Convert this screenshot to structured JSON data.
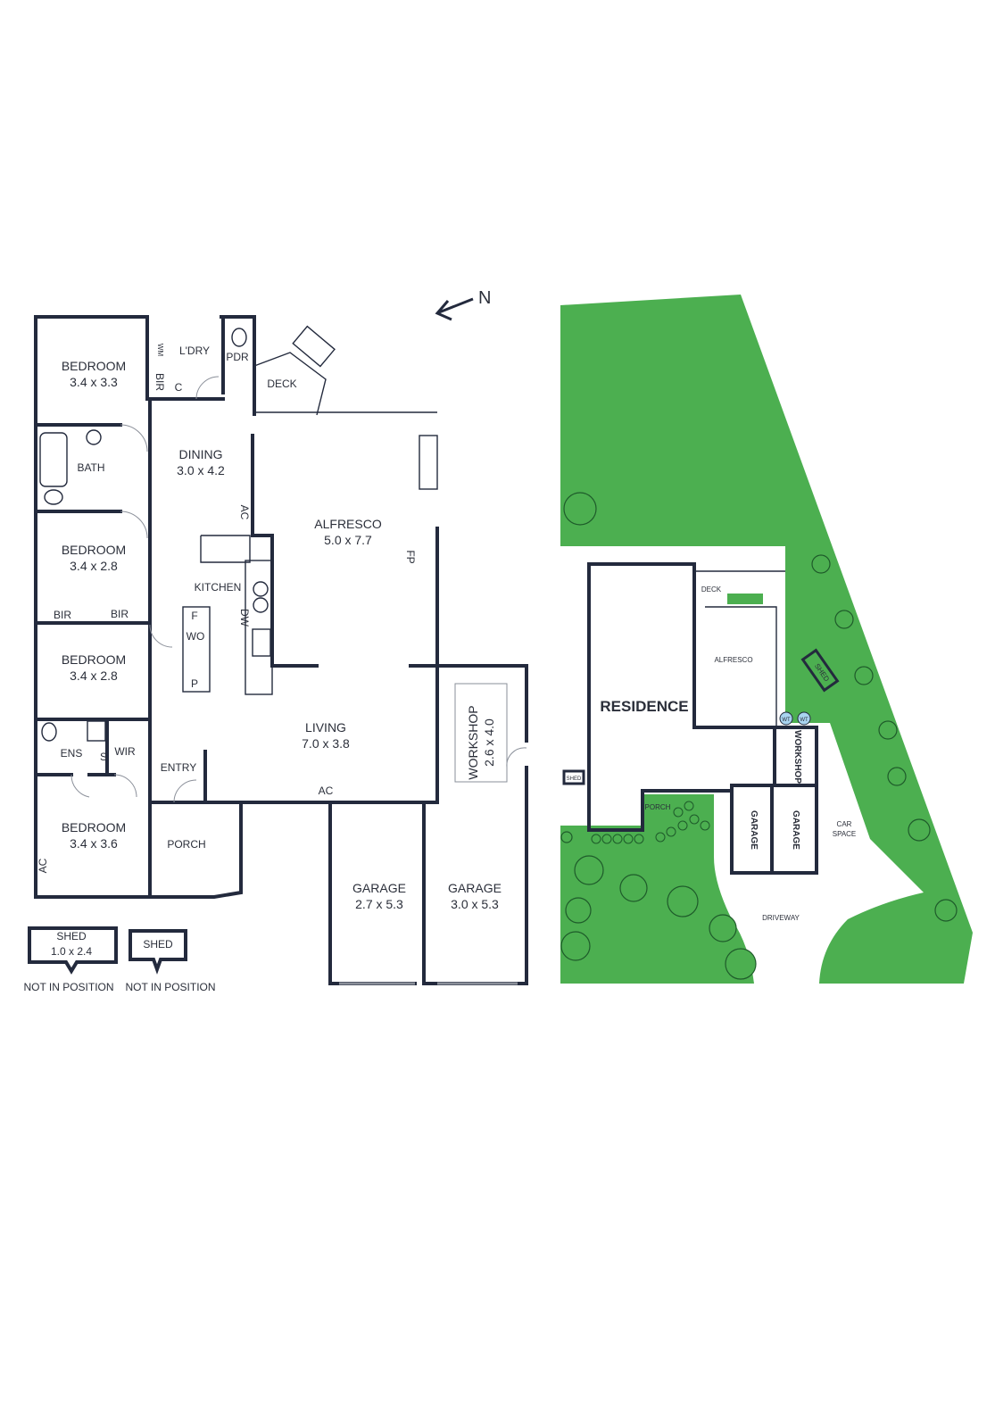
{
  "north": {
    "label": "N"
  },
  "floor_plan": {
    "bedroom_label": "BEDROOM",
    "bed1_dim": "3.4 x 3.3",
    "bed2_dim": "3.4 x 2.8",
    "bed3_dim": "3.4 x 2.8",
    "bed4_dim": "3.4 x 3.6",
    "wm": "WM",
    "bir": "BIR",
    "c": "C",
    "ldry": "L'DRY",
    "pdr": "PDR",
    "deck": "DECK",
    "bath": "BATH",
    "dining": "DINING",
    "dining_dim": "3.0 x 4.2",
    "alfresco": "ALFRESCO",
    "alfresco_dim": "5.0 x 7.7",
    "ac": "AC",
    "fp": "FP",
    "kitchen": "KITCHEN",
    "dw": "DW",
    "f": "F",
    "wo": "WO",
    "p": "P",
    "living": "LIVING",
    "living_dim": "7.0 x 3.8",
    "ens": "ENS",
    "s": "S",
    "wir": "WIR",
    "entry": "ENTRY",
    "porch": "PORCH",
    "workshop": "WORKSHOP",
    "workshop_dim": "2.6 x 4.0",
    "garage": "GARAGE",
    "garage1_dim": "2.7 x 5.3",
    "garage2_dim": "3.0 x 5.3",
    "shed": "SHED",
    "shed1_dim": "1.0 x 2.4",
    "not_in_position": "NOT IN POSITION"
  },
  "site_plan": {
    "residence": "RESIDENCE",
    "deck": "DECK",
    "alfresco": "ALFRESCO",
    "shed": "SHED",
    "wt": "WT",
    "workshop": "WORKSHOP",
    "porch": "PORCH",
    "garage": "GARAGE",
    "car_space_1": "CAR",
    "car_space_2": "SPACE",
    "driveway": "DRIVEWAY"
  },
  "colors": {
    "wall": "#232a3d",
    "lawn": "#4caf50",
    "tree_outline": "#1e5b2a"
  }
}
